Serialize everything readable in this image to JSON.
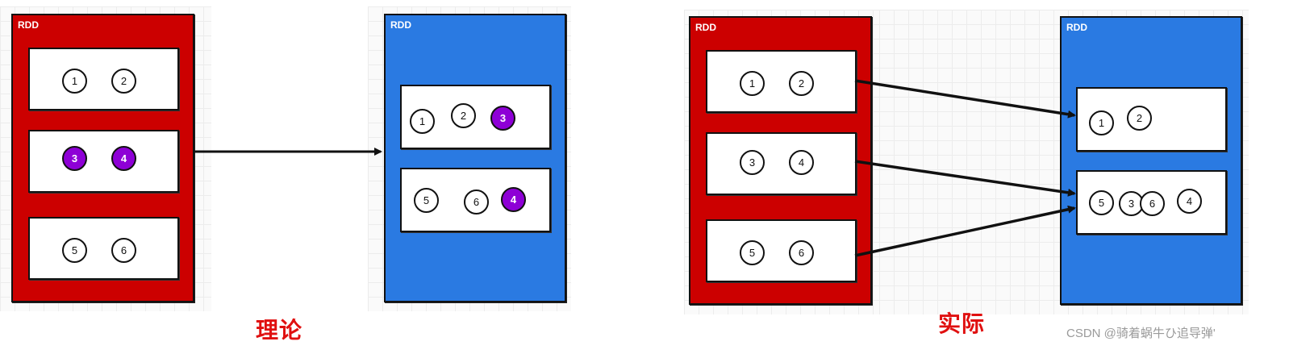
{
  "colors": {
    "rdd_red": "#cc0000",
    "rdd_blue": "#2a7ae2",
    "highlight": "#8e00d6",
    "caption": "#e01010"
  },
  "theory": {
    "source_rdd": {
      "label": "RDD",
      "partitions": [
        [
          {
            "t": "1"
          },
          {
            "t": "2"
          }
        ],
        [
          {
            "t": "3",
            "hl": true
          },
          {
            "t": "4",
            "hl": true
          }
        ],
        [
          {
            "t": "5"
          },
          {
            "t": "6"
          }
        ]
      ]
    },
    "target_rdd": {
      "label": "RDD",
      "partitions": [
        [
          {
            "t": "1"
          },
          {
            "t": "2"
          },
          {
            "t": "3",
            "hl": true
          }
        ],
        [
          {
            "t": "5"
          },
          {
            "t": "6"
          },
          {
            "t": "4",
            "hl": true
          }
        ]
      ]
    },
    "caption": "理论"
  },
  "actual": {
    "source_rdd": {
      "label": "RDD",
      "partitions": [
        [
          {
            "t": "1"
          },
          {
            "t": "2"
          }
        ],
        [
          {
            "t": "3"
          },
          {
            "t": "4"
          }
        ],
        [
          {
            "t": "5"
          },
          {
            "t": "6"
          }
        ]
      ]
    },
    "target_rdd": {
      "label": "RDD",
      "partitions": [
        [
          {
            "t": "1"
          },
          {
            "t": "2"
          }
        ],
        [
          {
            "t": "5"
          },
          {
            "t": "3"
          },
          {
            "t": "6"
          },
          {
            "t": "4"
          }
        ]
      ]
    },
    "caption": "实际"
  },
  "watermark": "CSDN @骑着蜗牛ひ追导弹'"
}
